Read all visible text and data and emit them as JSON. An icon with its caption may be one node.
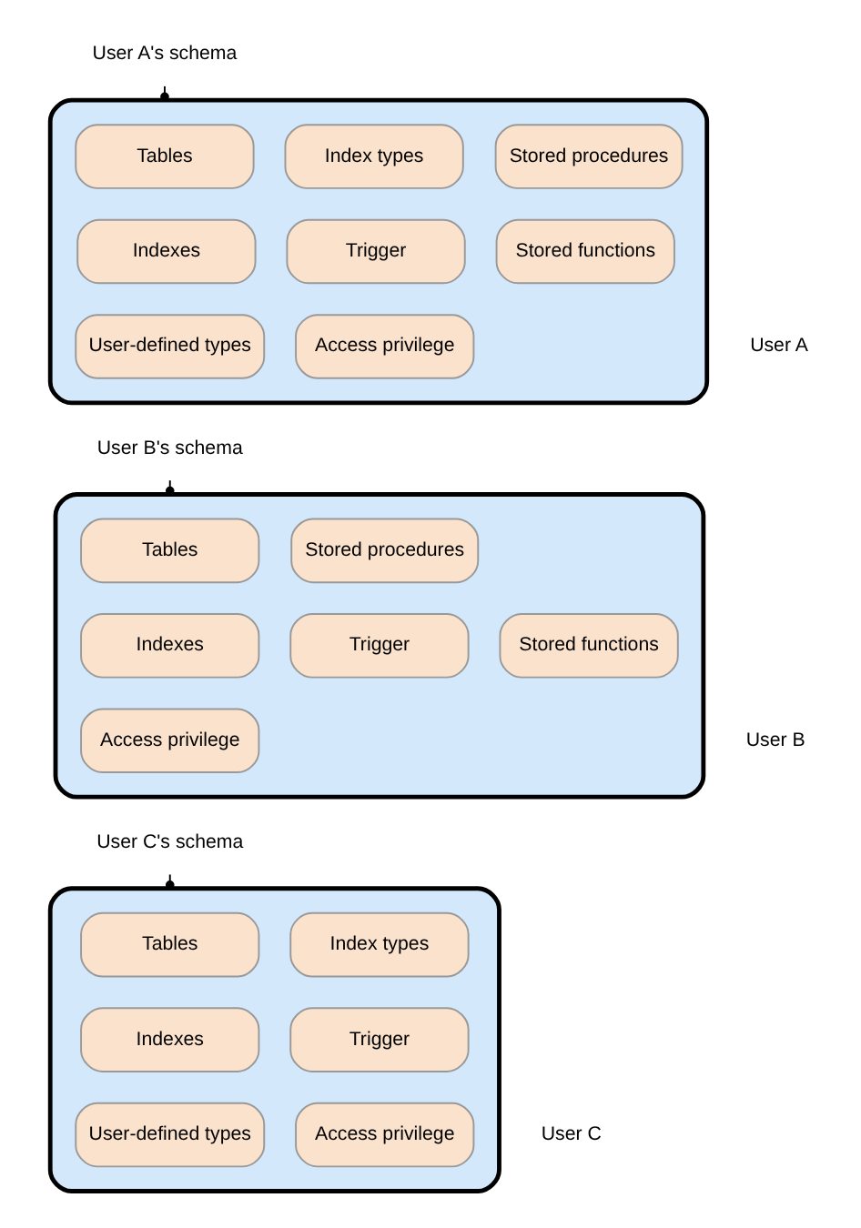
{
  "diagram": {
    "nodes": [
      {
        "text": [
          "User A's schema"
        ]
      },
      {
        "text": [],
        "shape": "box"
      },
      {
        "text": [
          "Tables"
        ],
        "in": 1
      },
      {
        "text": [
          "Index types"
        ],
        "in": 1
      },
      {
        "text": [
          "Stored procedures"
        ],
        "in": 1
      },
      {
        "text": [
          "Indexes"
        ],
        "in": 1
      },
      {
        "text": [
          "Trigger"
        ],
        "in": 1
      },
      {
        "text": [
          "Stored functions"
        ],
        "in": 1
      },
      {
        "text": [
          "User-defined types"
        ],
        "in": 1
      },
      {
        "text": [
          "Access privilege"
        ],
        "in": 1
      },
      {
        "text": [
          "User A"
        ]
      },
      {
        "text": [
          "User B's schema"
        ]
      },
      {
        "text": [],
        "shape": "box"
      },
      {
        "text": [
          "Tables"
        ],
        "in": 12
      },
      {
        "text": [
          "Stored procedures"
        ],
        "in": 12
      },
      {
        "text": [
          "Indexes"
        ],
        "in": 12
      },
      {
        "text": [
          "Trigger"
        ],
        "in": 12
      },
      {
        "text": [
          "Stored functions"
        ],
        "in": 12
      },
      {
        "text": [
          "Access privilege"
        ],
        "in": 12
      },
      {
        "text": [
          "User B"
        ]
      },
      {
        "text": [
          "User C's schema"
        ]
      },
      {
        "text": [],
        "shape": "box"
      },
      {
        "text": [
          "Tables"
        ],
        "in": 21
      },
      {
        "text": [
          "Index types"
        ],
        "in": 21
      },
      {
        "text": [
          "Indexes"
        ],
        "in": 21
      },
      {
        "text": [
          "Trigger"
        ],
        "in": 21
      },
      {
        "text": [
          "User-defined types"
        ],
        "in": 21
      },
      {
        "text": [
          "Access privilege"
        ],
        "in": 21
      },
      {
        "text": [
          "User C"
        ]
      }
    ],
    "edges": [
      {
        "from": 0,
        "to": 1,
        "arrow": "other"
      },
      {
        "from": 11,
        "to": 12,
        "arrow": "other"
      },
      {
        "from": 20,
        "to": 21,
        "arrow": "other"
      }
    ]
  }
}
